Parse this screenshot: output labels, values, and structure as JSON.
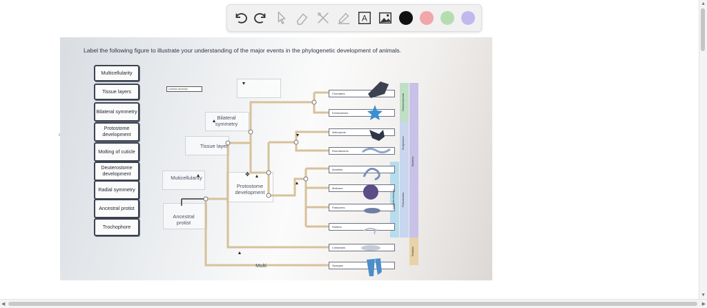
{
  "toolbar": {
    "tools": [
      "undo-icon",
      "redo-icon",
      "pointer-icon",
      "eraser-icon",
      "tools-icon",
      "highlighter-icon",
      "text-icon",
      "image-icon"
    ],
    "text_tool_glyph": "A",
    "colors": [
      "#111111",
      "#f1a6a9",
      "#b6ddb0",
      "#c3b8ee"
    ]
  },
  "figure": {
    "instruction": "Label the following figure to illustrate your understanding of the major events in the phylogenetic development of animals.",
    "word_bank": [
      "Multicellularity",
      "Tissue layers",
      "Bilateral symmetry",
      "Protostome development",
      "Molting of cuticle",
      "Deuterostome development",
      "Radial symmetry",
      "Ancestral protist",
      "Trochophore"
    ],
    "common_ancestor": "common ancestor",
    "placed_labels": {
      "bilateral": "Bilateral symmetry",
      "tissue": "Tissue layer",
      "multicellularity": "Muticellularity",
      "protostome": "Protostome development",
      "ancestral": "Ancestral protist",
      "multi": "Multi"
    },
    "taxa": [
      "Chordates",
      "Echinoderms",
      "Arthropods",
      "Roundworms",
      "Annelids",
      "Molluscs",
      "Flatworms",
      "Rotifers",
      "Cnidarians",
      "Sponges"
    ],
    "clade_labels": {
      "deuterostomia": "Deuterostomia",
      "ecdysozoa": "Ecdysozoa",
      "lophotrochozoa": "Lophotrochozoa",
      "protostomia": "Protostomia",
      "bilateria": "Bilateria",
      "radiata": "Radiata"
    },
    "cutoff_text": "ces"
  }
}
